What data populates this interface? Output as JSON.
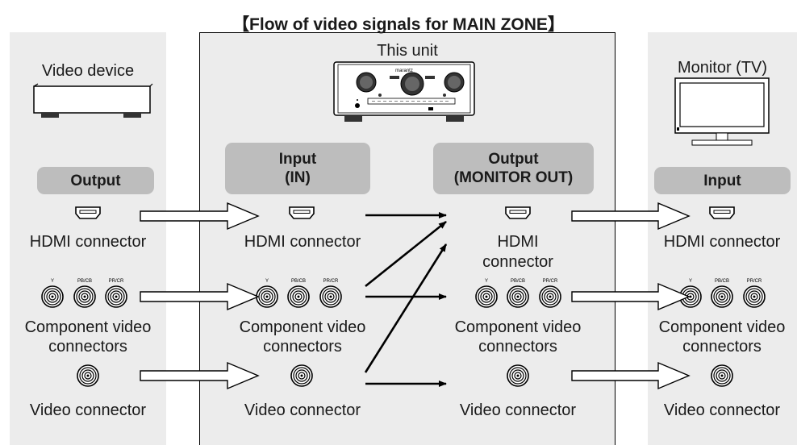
{
  "title": "【Flow of video signals for MAIN ZONE】",
  "video_device": {
    "label": "Video device",
    "header": "Output",
    "hdmi": "HDMI connector",
    "component_1": "Component video",
    "component_2": "connectors",
    "composite": "Video connector"
  },
  "this_unit": {
    "label": "This unit",
    "input_header_1": "Input",
    "input_header_2": "(IN)",
    "output_header_1": "Output",
    "output_header_2": "(MONITOR OUT)",
    "in_hdmi": "HDMI connector",
    "in_component_1": "Component video",
    "in_component_2": "connectors",
    "in_composite": "Video connector",
    "out_hdmi_1": "HDMI",
    "out_hdmi_2": "connector",
    "out_component_1": "Component video",
    "out_component_2": "connectors",
    "out_composite": "Video connector",
    "brand": "marantz"
  },
  "monitor": {
    "label": "Monitor (TV)",
    "header": "Input",
    "hdmi": "HDMI connector",
    "component_1": "Component video",
    "component_2": "connectors",
    "composite": "Video connector"
  },
  "jack_labels": {
    "y": "Y",
    "pb": "PB/CB",
    "pr": "PR/CR"
  },
  "icons": [
    "hdmi-port-icon",
    "rca-jack-icon",
    "av-receiver-icon",
    "video-device-icon",
    "tv-monitor-icon",
    "hollow-arrow-icon",
    "solid-arrow-icon"
  ]
}
